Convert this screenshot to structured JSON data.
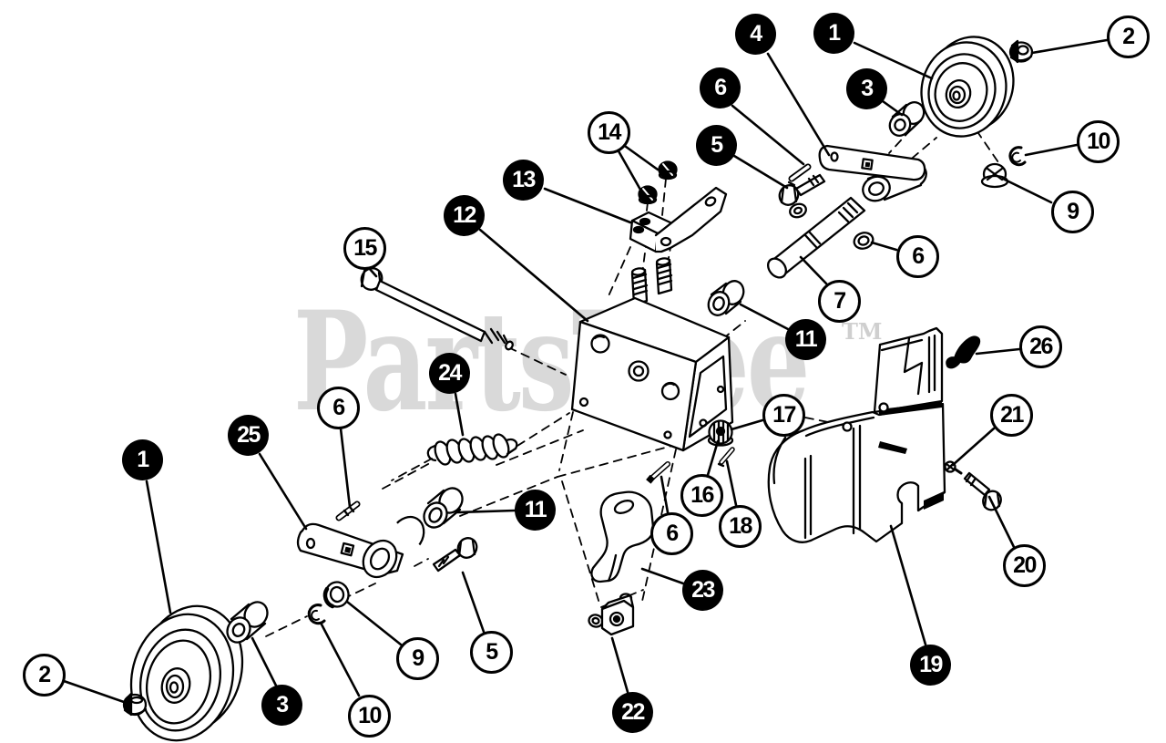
{
  "watermark": {
    "text": "PartsTree",
    "tm_mark": "TM"
  },
  "colors": {
    "background": "#ffffff",
    "line": "#000000",
    "watermark": "#d9d9d9",
    "balloon_filled_bg": "#000000",
    "balloon_filled_text": "#ffffff",
    "balloon_outline_bg": "#ffffff",
    "balloon_outline_text": "#000000"
  },
  "callouts": [
    {
      "label": "4",
      "style": "filled"
    },
    {
      "label": "1",
      "style": "filled"
    },
    {
      "label": "2",
      "style": "outline"
    },
    {
      "label": "6",
      "style": "filled"
    },
    {
      "label": "3",
      "style": "filled"
    },
    {
      "label": "5",
      "style": "filled"
    },
    {
      "label": "10",
      "style": "outline"
    },
    {
      "label": "9",
      "style": "outline"
    },
    {
      "label": "14",
      "style": "outline"
    },
    {
      "label": "13",
      "style": "filled"
    },
    {
      "label": "12",
      "style": "filled"
    },
    {
      "label": "7",
      "style": "outline"
    },
    {
      "label": "6",
      "style": "outline"
    },
    {
      "label": "11",
      "style": "filled"
    },
    {
      "label": "15",
      "style": "outline"
    },
    {
      "label": "24",
      "style": "filled"
    },
    {
      "label": "6",
      "style": "outline"
    },
    {
      "label": "25",
      "style": "filled"
    },
    {
      "label": "1",
      "style": "filled"
    },
    {
      "label": "2",
      "style": "outline"
    },
    {
      "label": "3",
      "style": "filled"
    },
    {
      "label": "10",
      "style": "outline"
    },
    {
      "label": "9",
      "style": "outline"
    },
    {
      "label": "5",
      "style": "outline"
    },
    {
      "label": "11",
      "style": "filled"
    },
    {
      "label": "23",
      "style": "filled"
    },
    {
      "label": "22",
      "style": "filled"
    },
    {
      "label": "16",
      "style": "outline"
    },
    {
      "label": "17",
      "style": "outline"
    },
    {
      "label": "18",
      "style": "outline"
    },
    {
      "label": "6",
      "style": "outline"
    },
    {
      "label": "19",
      "style": "filled"
    },
    {
      "label": "20",
      "style": "outline"
    },
    {
      "label": "21",
      "style": "outline"
    },
    {
      "label": "26",
      "style": "outline"
    }
  ]
}
